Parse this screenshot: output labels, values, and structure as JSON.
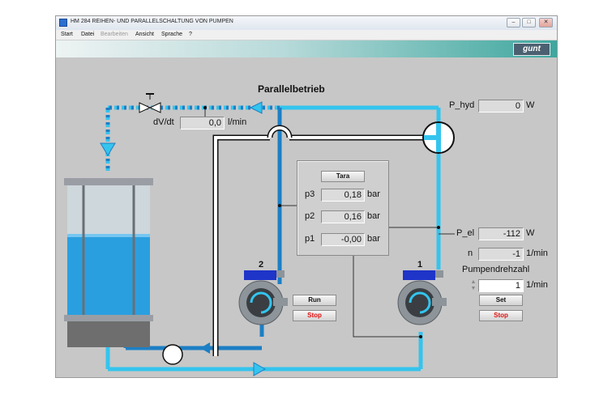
{
  "window": {
    "title": "HM 284 REIHEN- UND PARALLELSCHALTUNG VON PUMPEN",
    "controls": [
      "–",
      "□",
      "✕"
    ]
  },
  "menu": [
    "Start",
    "Datei",
    "Bearbeiten",
    "Ansicht",
    "Sprache",
    "?"
  ],
  "menu_disabled": [
    "Bearbeiten"
  ],
  "logo": "gunt",
  "diagram": {
    "title": "Parallelbetrieb",
    "flow": {
      "label": "dV/dt",
      "value": "0,0",
      "unit": "l/min"
    },
    "p_hyd": {
      "label": "P_hyd",
      "value": "0",
      "unit": "W"
    },
    "tara_label": "Tara",
    "pressures": [
      {
        "label": "p3",
        "value": "0,18",
        "unit": "bar"
      },
      {
        "label": "p2",
        "value": "0,16",
        "unit": "bar"
      },
      {
        "label": "p1",
        "value": "-0,00",
        "unit": "bar"
      }
    ],
    "p_el": {
      "label": "P_el",
      "value": "-112",
      "unit": "W"
    },
    "n": {
      "label": "n",
      "value": "-1",
      "unit": "1/min"
    },
    "pumpendrehzahl": {
      "label": "Pumpendrehzahl",
      "value": "1",
      "unit": "1/min"
    },
    "pump1": {
      "number": "1",
      "set_label": "Set",
      "stop_label": "Stop"
    },
    "pump2": {
      "number": "2",
      "run_label": "Run",
      "stop_label": "Stop"
    }
  },
  "colors": {
    "pipe_light": "#34c4ee",
    "pipe_dark": "#1c7fc4",
    "water": "#2a9fe0",
    "header_accent": "#3ea79e",
    "stop_text": "#e01010"
  },
  "icons": [
    "valve-icon",
    "flow-meter-icon",
    "three-way-valve-icon",
    "tank-icon",
    "pump-icon"
  ]
}
